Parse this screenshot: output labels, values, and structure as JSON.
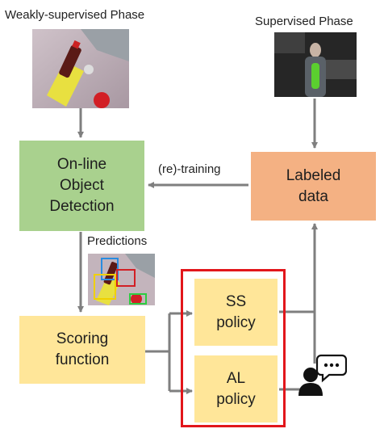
{
  "labels": {
    "weakly_phase": "Weakly-supervised Phase",
    "supervised_phase": "Supervised Phase",
    "predictions": "Predictions",
    "retraining": "(re)-training"
  },
  "boxes": {
    "detection": [
      "On-line",
      "Object",
      "Detection"
    ],
    "labeled": [
      "Labeled",
      "data"
    ],
    "scoring": [
      "Scoring",
      "function"
    ],
    "ss": [
      "SS",
      "policy"
    ],
    "al": [
      "AL",
      "policy"
    ]
  },
  "colors": {
    "detection": "#a9d18e",
    "labeled": "#f4b183",
    "scoring": "#ffe699",
    "policy": "#ffe699",
    "highlight": "#e2161b",
    "arrow": "#7f7f7f"
  }
}
